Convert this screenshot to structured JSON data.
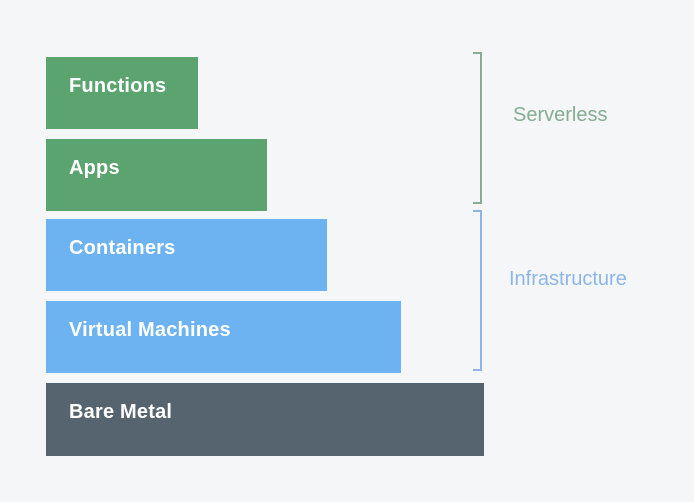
{
  "colors": {
    "background": "#f5f6f7",
    "serverless_bar": "#5ba470",
    "infrastructure_bar": "#6db3f1",
    "bare_metal_bar": "#55646e",
    "bar_text": "#ffffff",
    "serverless_accent": "#85ad93",
    "infrastructure_accent": "#8cb6e8"
  },
  "layers": [
    {
      "label": "Functions"
    },
    {
      "label": "Apps"
    },
    {
      "label": "Containers"
    },
    {
      "label": "Virtual Machines"
    },
    {
      "label": "Bare Metal"
    }
  ],
  "groups": [
    {
      "label": "Serverless"
    },
    {
      "label": "Infrastructure"
    }
  ]
}
